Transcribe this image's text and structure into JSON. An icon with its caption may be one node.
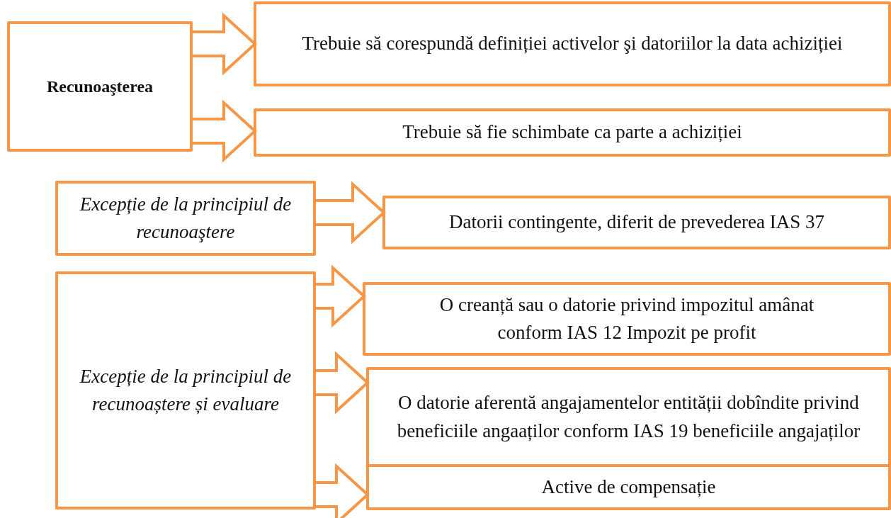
{
  "diagram": {
    "nodes": [
      {
        "text": [
          "Recunoaşterea"
        ]
      },
      {
        "text": [
          "Trebuie să corespundă definiției activelor şi datoriilor la data achiziției"
        ]
      },
      {
        "text": [
          "Trebuie să fie schimbate ca parte a achiziției"
        ]
      },
      {
        "text": [
          "Excepție de la principiul de recunoaştere"
        ]
      },
      {
        "text": [
          "Datorii contingente, diferit de prevederea IAS 37"
        ]
      },
      {
        "text": [
          "Excepție de la principiul de recunoaștere și evaluare"
        ]
      },
      {
        "text": [
          "O creanță sau o datorie privind impozitul amânat conform IAS 12 Impozit pe profit"
        ]
      },
      {
        "text": [
          "O datorie aferentă angajamentelor entității dobîndite privind beneficiile angaaților conform IAS 19 beneficiile angajaților"
        ]
      },
      {
        "text": [
          "Active de compensație"
        ]
      }
    ],
    "edges": [
      {
        "from": 0,
        "to": 1,
        "arrow": "to"
      },
      {
        "from": 0,
        "to": 2,
        "arrow": "to"
      },
      {
        "from": 3,
        "to": 4,
        "arrow": "to"
      },
      {
        "from": 5,
        "to": 6,
        "arrow": "to"
      },
      {
        "from": 5,
        "to": 7,
        "arrow": "to"
      },
      {
        "from": 5,
        "to": 8,
        "arrow": "to"
      }
    ]
  }
}
